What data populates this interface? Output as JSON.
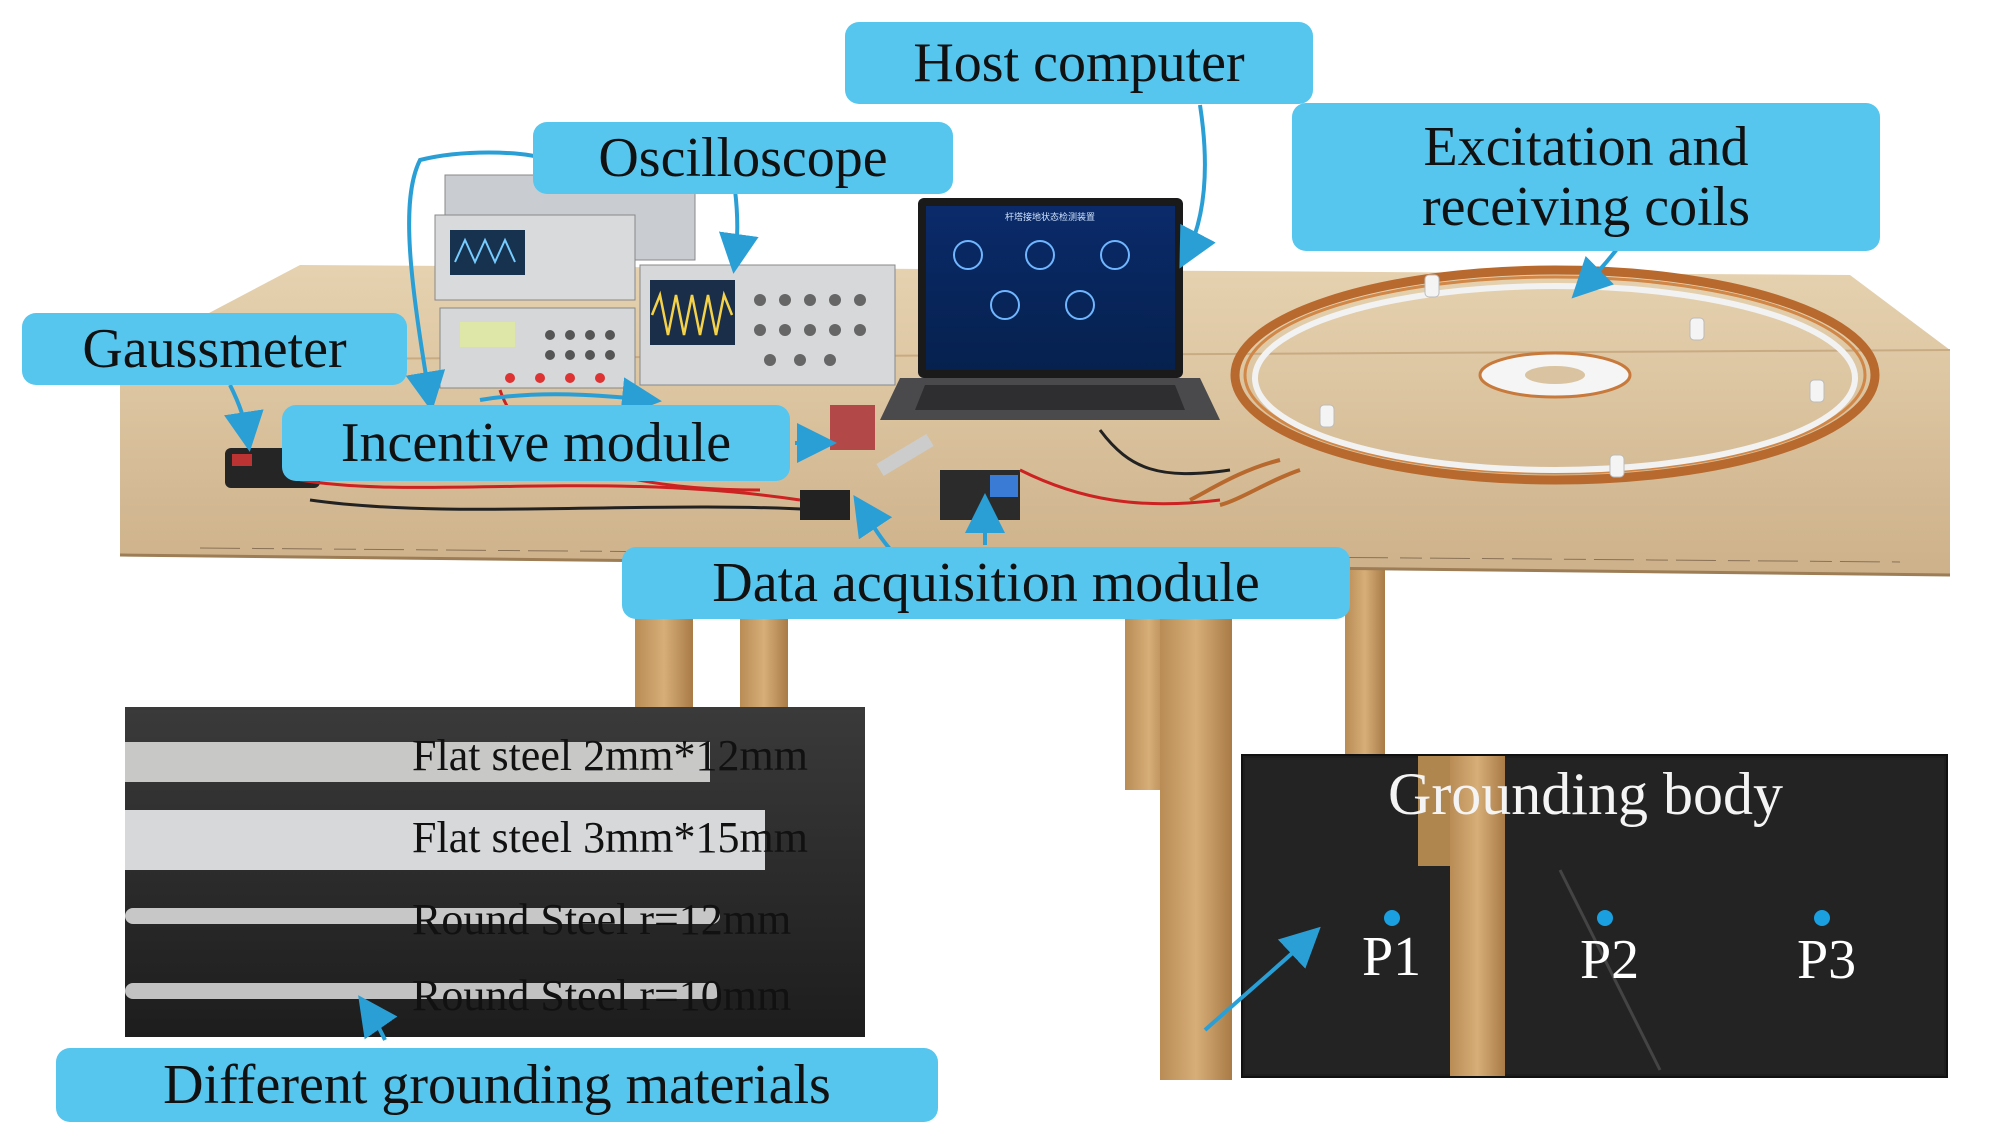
{
  "callouts": {
    "host_computer": "Host computer",
    "oscilloscope": "Oscilloscope",
    "excitation_line1": "Excitation and",
    "excitation_line2": "receiving coils",
    "gaussmeter": "Gaussmeter",
    "incentive_module": "Incentive module",
    "data_acquisition_module": "Data acquisition module",
    "different_grounding_materials": "Different grounding materials"
  },
  "materials": [
    {
      "label": "Flat steel 2mm*12mm"
    },
    {
      "label": "Flat steel 3mm*15mm"
    },
    {
      "label": "Round Steel r=12mm"
    },
    {
      "label": "Round Steel r=10mm"
    }
  ],
  "grounding_body": {
    "title": "Grounding body",
    "points": [
      "P1",
      "P2",
      "P3"
    ]
  },
  "laptop_screen_title": "杆塔接地状态检测装置",
  "colors": {
    "callout_fill": "#56c6ee",
    "arrow": "#2a9fd6",
    "table_top": "#d9c3a0",
    "coil": "#b8692e",
    "point_marker": "#1a9fe0"
  }
}
